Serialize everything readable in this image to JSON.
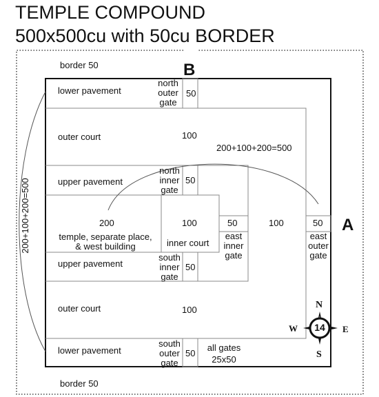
{
  "title": {
    "line1": "TEMPLE COMPOUND",
    "line2": "500x500cu with 50cu BORDER"
  },
  "markers": {
    "top": "B",
    "right": "A"
  },
  "labels": {
    "border_top": "border  50",
    "border_bottom": "border  50",
    "lower_pavement_top": "lower pavement",
    "lower_pavement_bottom": "lower pavement",
    "outer_court_top": "outer court",
    "outer_court_bottom": "outer court",
    "upper_pavement_top": "upper pavement",
    "upper_pavement_bottom": "upper pavement",
    "north_outer_gate": [
      "north",
      "outer",
      "gate"
    ],
    "north_inner_gate": [
      "north",
      "inner",
      "gate"
    ],
    "south_inner_gate": [
      "south",
      "inner",
      "gate"
    ],
    "south_outer_gate": [
      "south",
      "outer",
      "gate"
    ],
    "east_inner_gate": [
      "east",
      "inner",
      "gate"
    ],
    "east_outer_gate": [
      "east",
      "outer",
      "gate"
    ],
    "temple_value": "200",
    "temple_desc": [
      "temple, separate place,",
      "& west building"
    ],
    "inner_court_value": "100",
    "inner_court": "inner court",
    "outer_court_value_top": "100",
    "outer_court_value_bottom": "100",
    "gate_value_north_outer": "50",
    "gate_value_north_inner": "50",
    "gate_value_south_inner": "50",
    "gate_value_south_outer": "50",
    "gate_value_east_inner": "50",
    "gate_value_east_outer": "50",
    "east_court_value": "100",
    "measure_horizontal": "200+100+200=500",
    "measure_vertical": "200+100+200=500",
    "all_gates": [
      "all gates",
      "25x50"
    ]
  },
  "compass": {
    "number": "14",
    "north": "N",
    "south": "S",
    "east": "E",
    "west": "W"
  }
}
